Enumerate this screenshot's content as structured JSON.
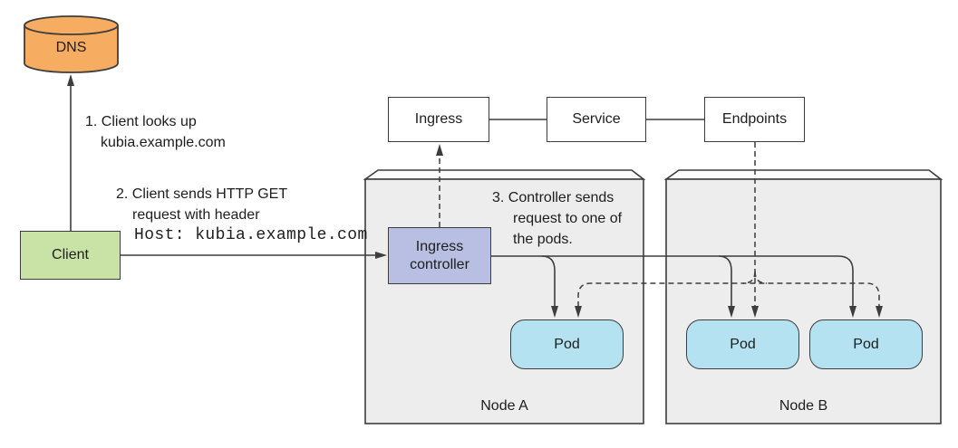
{
  "dns": {
    "label": "DNS"
  },
  "client": {
    "label": "Client"
  },
  "resources": {
    "ingress": {
      "label": "Ingress"
    },
    "service": {
      "label": "Service"
    },
    "endpoints": {
      "label": "Endpoints"
    }
  },
  "ingress_controller": {
    "label": "Ingress controller"
  },
  "pods": [
    "Pod",
    "Pod",
    "Pod"
  ],
  "nodes": {
    "node_a": "Node A",
    "node_b": "Node B"
  },
  "annotations": {
    "step1": {
      "line1": "1. Client looks up",
      "line2": "kubia.example.com"
    },
    "step2": {
      "line1": "2. Client sends HTTP GET",
      "line2": "request with header",
      "host_header": "Host: kubia.example.com"
    },
    "step3": {
      "line1": "3. Controller sends",
      "line2": "request to one of",
      "line3": "the pods."
    }
  },
  "colors": {
    "dns_fill": "#f6ac61",
    "client_fill": "#c8e3a5",
    "controller_fill": "#b9bfe3",
    "pod_fill": "#b5e2f0",
    "node_fill": "#ededed",
    "node_top_fill": "#fafafa",
    "line": "#3d3d3d",
    "text": "#1d1d1d"
  }
}
